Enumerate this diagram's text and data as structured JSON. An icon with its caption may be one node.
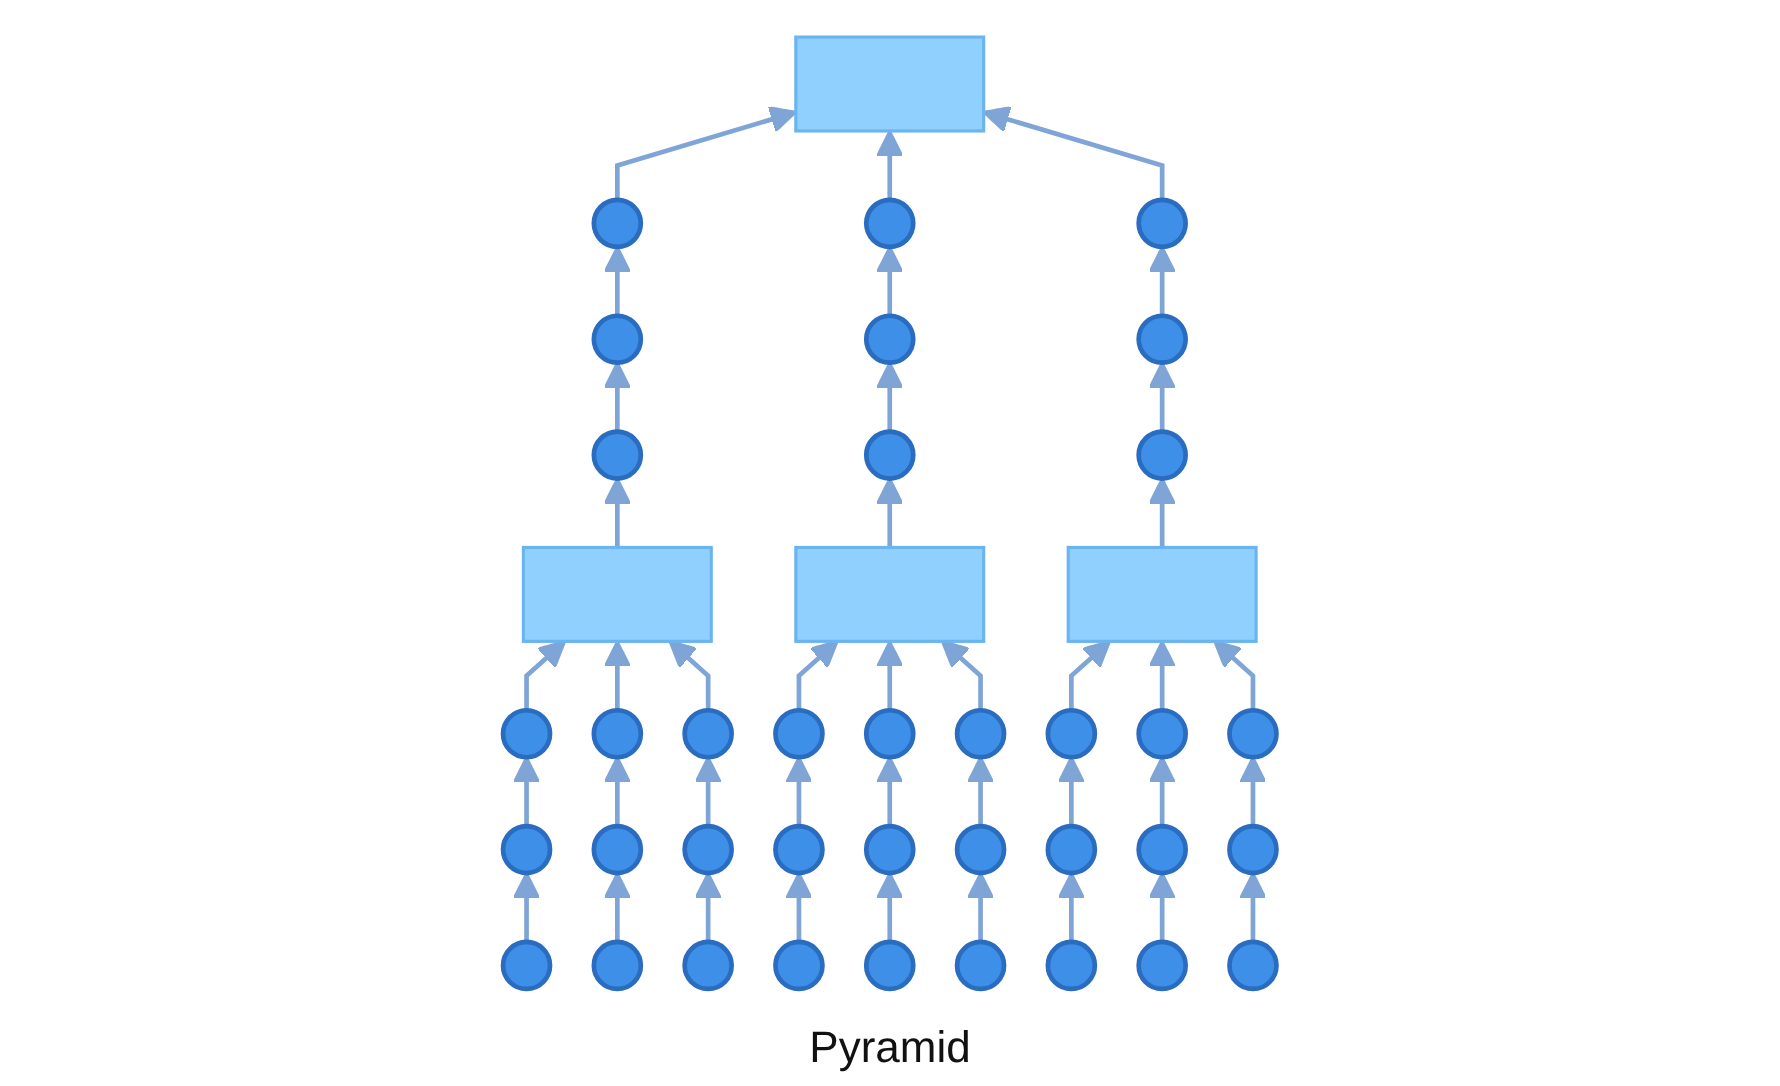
{
  "diagram": {
    "caption": "Pyramid",
    "nodes": [
      {
        "text": [],
        "shape": "bar"
      },
      {
        "text": [],
        "shape": "circle"
      },
      {
        "text": [],
        "shape": "circle"
      },
      {
        "text": [],
        "shape": "circle"
      },
      {
        "text": [],
        "shape": "circle"
      },
      {
        "text": [],
        "shape": "circle"
      },
      {
        "text": [],
        "shape": "circle"
      },
      {
        "text": [],
        "shape": "circle"
      },
      {
        "text": [],
        "shape": "circle"
      },
      {
        "text": [],
        "shape": "circle"
      },
      {
        "text": [],
        "shape": "bar"
      },
      {
        "text": [],
        "shape": "bar"
      },
      {
        "text": [],
        "shape": "bar"
      },
      {
        "text": [],
        "shape": "circle"
      },
      {
        "text": [],
        "shape": "circle"
      },
      {
        "text": [],
        "shape": "circle"
      },
      {
        "text": [],
        "shape": "circle"
      },
      {
        "text": [],
        "shape": "circle"
      },
      {
        "text": [],
        "shape": "circle"
      },
      {
        "text": [],
        "shape": "circle"
      },
      {
        "text": [],
        "shape": "circle"
      },
      {
        "text": [],
        "shape": "circle"
      },
      {
        "text": [],
        "shape": "circle"
      },
      {
        "text": [],
        "shape": "circle"
      },
      {
        "text": [],
        "shape": "circle"
      },
      {
        "text": [],
        "shape": "circle"
      },
      {
        "text": [],
        "shape": "circle"
      },
      {
        "text": [],
        "shape": "circle"
      },
      {
        "text": [],
        "shape": "circle"
      },
      {
        "text": [],
        "shape": "circle"
      },
      {
        "text": [],
        "shape": "circle"
      },
      {
        "text": [],
        "shape": "circle"
      },
      {
        "text": [],
        "shape": "circle"
      },
      {
        "text": [],
        "shape": "circle"
      },
      {
        "text": [],
        "shape": "circle"
      },
      {
        "text": [],
        "shape": "circle"
      },
      {
        "text": [],
        "shape": "circle"
      },
      {
        "text": [],
        "shape": "circle"
      },
      {
        "text": [],
        "shape": "circle"
      },
      {
        "text": [],
        "shape": "circle"
      }
    ],
    "edges": [
      {
        "from": 1,
        "to": 0,
        "arrow": "to"
      },
      {
        "from": 2,
        "to": 0,
        "arrow": "to"
      },
      {
        "from": 3,
        "to": 0,
        "arrow": "to"
      },
      {
        "from": 4,
        "to": 1,
        "arrow": "to"
      },
      {
        "from": 5,
        "to": 2,
        "arrow": "to"
      },
      {
        "from": 6,
        "to": 3,
        "arrow": "to"
      },
      {
        "from": 7,
        "to": 4,
        "arrow": "to"
      },
      {
        "from": 8,
        "to": 5,
        "arrow": "to"
      },
      {
        "from": 9,
        "to": 6,
        "arrow": "to"
      },
      {
        "from": 10,
        "to": 7,
        "arrow": "to"
      },
      {
        "from": 11,
        "to": 8,
        "arrow": "to"
      },
      {
        "from": 12,
        "to": 9,
        "arrow": "to"
      },
      {
        "from": 13,
        "to": 10,
        "arrow": "to"
      },
      {
        "from": 14,
        "to": 10,
        "arrow": "to"
      },
      {
        "from": 15,
        "to": 10,
        "arrow": "to"
      },
      {
        "from": 16,
        "to": 11,
        "arrow": "to"
      },
      {
        "from": 17,
        "to": 11,
        "arrow": "to"
      },
      {
        "from": 18,
        "to": 11,
        "arrow": "to"
      },
      {
        "from": 19,
        "to": 12,
        "arrow": "to"
      },
      {
        "from": 20,
        "to": 12,
        "arrow": "to"
      },
      {
        "from": 21,
        "to": 12,
        "arrow": "to"
      },
      {
        "from": 22,
        "to": 13,
        "arrow": "to"
      },
      {
        "from": 23,
        "to": 14,
        "arrow": "to"
      },
      {
        "from": 24,
        "to": 15,
        "arrow": "to"
      },
      {
        "from": 25,
        "to": 16,
        "arrow": "to"
      },
      {
        "from": 26,
        "to": 17,
        "arrow": "to"
      },
      {
        "from": 27,
        "to": 18,
        "arrow": "to"
      },
      {
        "from": 28,
        "to": 19,
        "arrow": "to"
      },
      {
        "from": 29,
        "to": 20,
        "arrow": "to"
      },
      {
        "from": 30,
        "to": 21,
        "arrow": "to"
      },
      {
        "from": 31,
        "to": 22,
        "arrow": "to"
      },
      {
        "from": 32,
        "to": 23,
        "arrow": "to"
      },
      {
        "from": 33,
        "to": 24,
        "arrow": "to"
      },
      {
        "from": 34,
        "to": 25,
        "arrow": "to"
      },
      {
        "from": 35,
        "to": 26,
        "arrow": "to"
      },
      {
        "from": 36,
        "to": 27,
        "arrow": "to"
      },
      {
        "from": 37,
        "to": 28,
        "arrow": "to"
      },
      {
        "from": 38,
        "to": 29,
        "arrow": "to"
      },
      {
        "from": 39,
        "to": 30,
        "arrow": "to"
      }
    ]
  }
}
